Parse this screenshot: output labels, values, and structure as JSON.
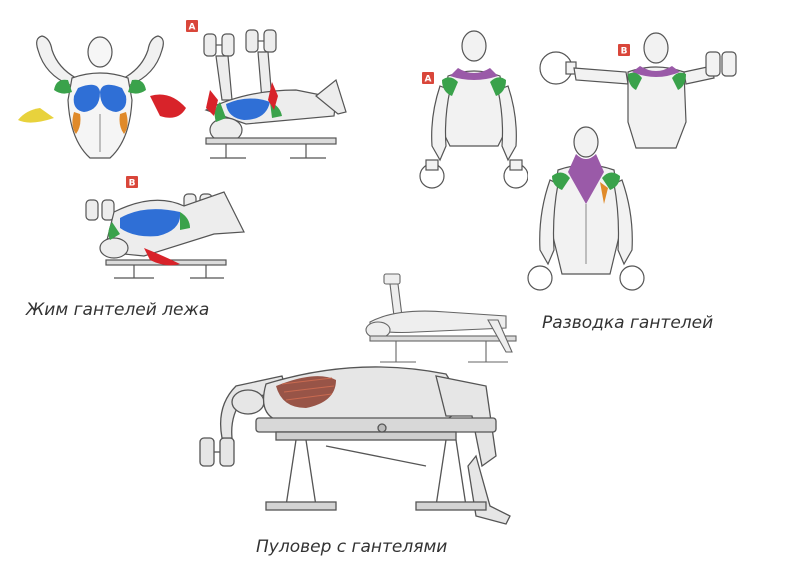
{
  "captions": {
    "bench_press": "Жим гантелей лежа",
    "flyes": "Разводка гантелей",
    "pullover": "Пуловер с гантелями"
  },
  "markers": {
    "a": "A",
    "b": "B"
  },
  "colors": {
    "chest": "#2f6fd6",
    "shoulders": "#3aa24b",
    "triceps": "#d8232a",
    "biceps": "#e8d23c",
    "serratus": "#e08a2a",
    "traps": "#9a5aa8",
    "lats": "#8a3a2a",
    "marker": "#d9463a"
  }
}
